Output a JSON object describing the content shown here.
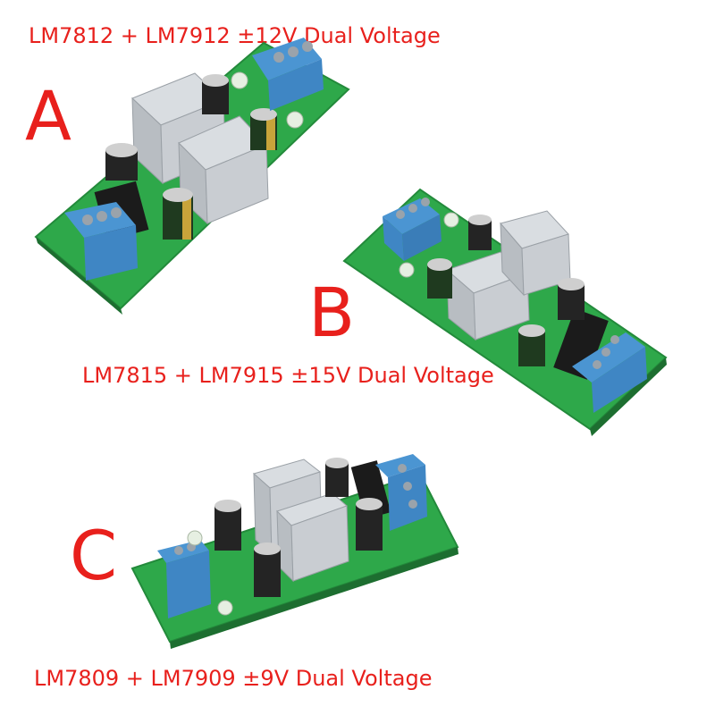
{
  "products": [
    {
      "letter": "A",
      "caption": "LM7812 + LM7912 ±12V Dual Voltage"
    },
    {
      "letter": "B",
      "caption": "LM7815 + LM7915  ±15V Dual Voltage"
    },
    {
      "letter": "C",
      "caption": "LM7809 + LM7909  ±9V Dual Voltage"
    }
  ],
  "colors": {
    "caption_red": "#e8201c",
    "pcb_green": "#2ea84a",
    "terminal_blue": "#3f86c4",
    "heatsink_silver": "#c9cdd2",
    "capacitor_black": "#202020"
  }
}
